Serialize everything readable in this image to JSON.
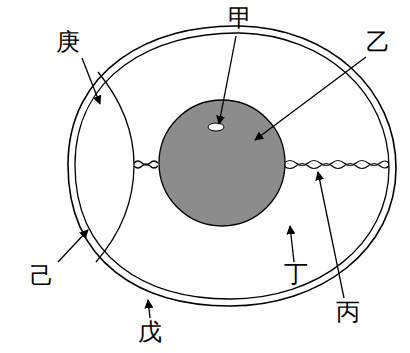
{
  "diagram": {
    "labels": [
      "甲",
      "乙",
      "庚",
      "己",
      "戊",
      "丁",
      "丙"
    ]
  }
}
